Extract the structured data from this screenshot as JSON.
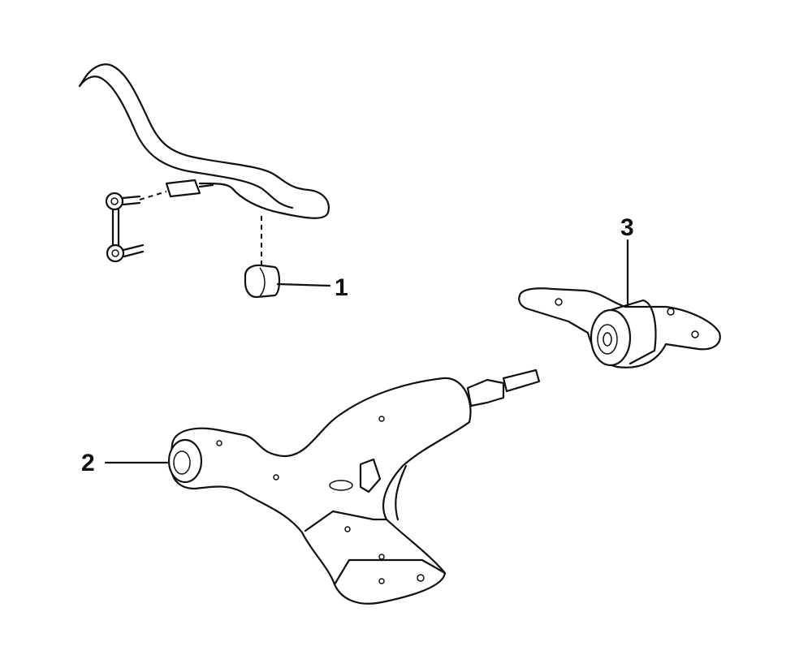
{
  "diagram": {
    "callouts": [
      {
        "number": "1",
        "part": "stabilizer-bar-bushing"
      },
      {
        "number": "2",
        "part": "lower-arm-front-bushing"
      },
      {
        "number": "3",
        "part": "lower-arm-rear-bushing"
      }
    ],
    "colors": {
      "line": "#111111",
      "background": "#ffffff"
    }
  }
}
